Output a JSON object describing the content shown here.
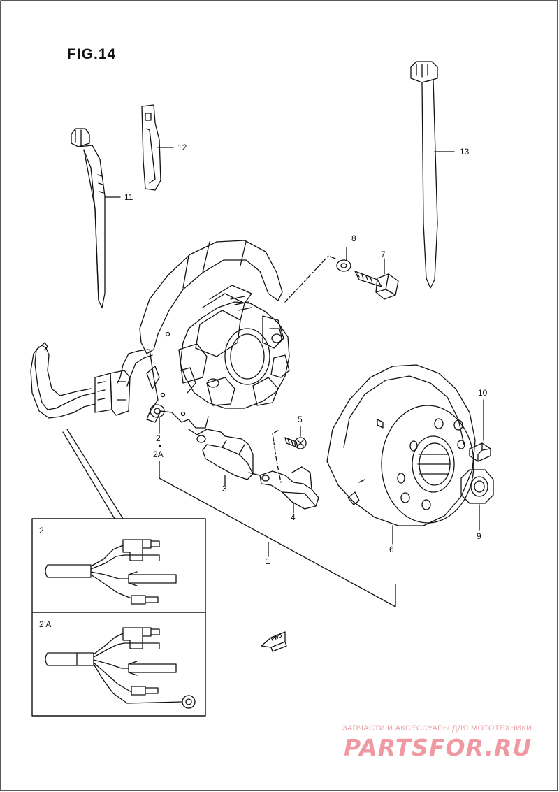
{
  "figure": {
    "title": "FIG.14"
  },
  "callouts": {
    "c1": "1",
    "c2": "2",
    "c2a": "2A",
    "c3": "3",
    "c4": "4",
    "c5": "5",
    "c6": "6",
    "c7": "7",
    "c8": "8",
    "c9": "9",
    "c10": "10",
    "c11": "11",
    "c12": "12",
    "c13": "13"
  },
  "insets": {
    "top_label": "2",
    "bottom_label": "2 A"
  },
  "fwd_arrow": "FWD",
  "watermark": {
    "tagline": "ЗАПЧАСТИ И АКСЕССУАРЫ ДЛЯ МОТОТЕХНИКИ",
    "logo": "PARTSFOR.RU"
  },
  "colors": {
    "line": "#111111",
    "watermark": "#ef9aa2"
  }
}
